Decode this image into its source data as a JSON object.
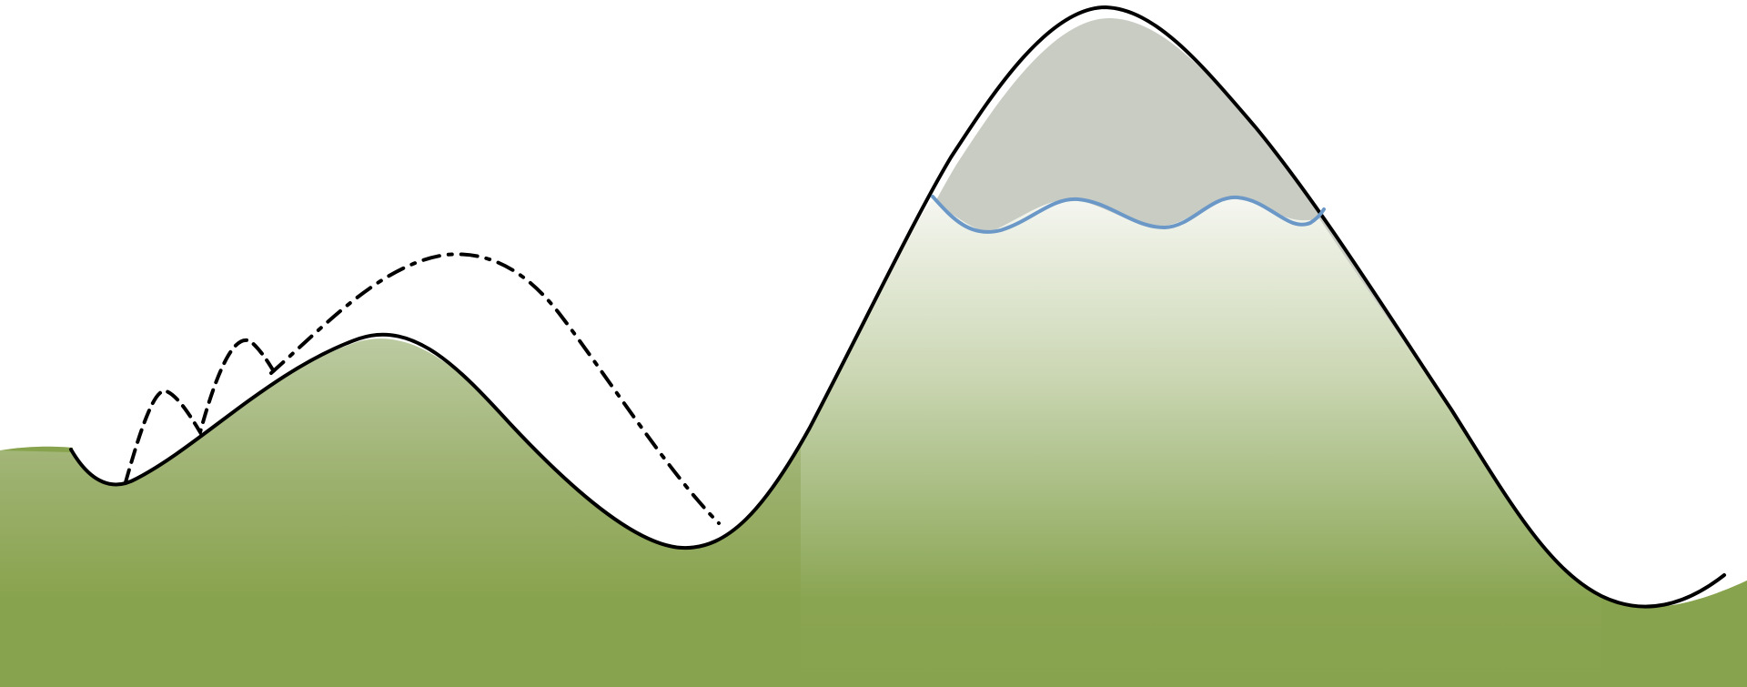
{
  "diagram": {
    "colors": {
      "background": "#ffffff",
      "terrain_fill": "#88a34d",
      "terrain_fill_light": "#f4f6ee",
      "terrain_shadow": "#c9ccc3",
      "landscape_line": "#000000",
      "water_line": "#6b98c7"
    },
    "elements": [
      "terrain-ground",
      "landscape-curve",
      "small-hops",
      "long-jump",
      "water-surface-wave"
    ]
  }
}
